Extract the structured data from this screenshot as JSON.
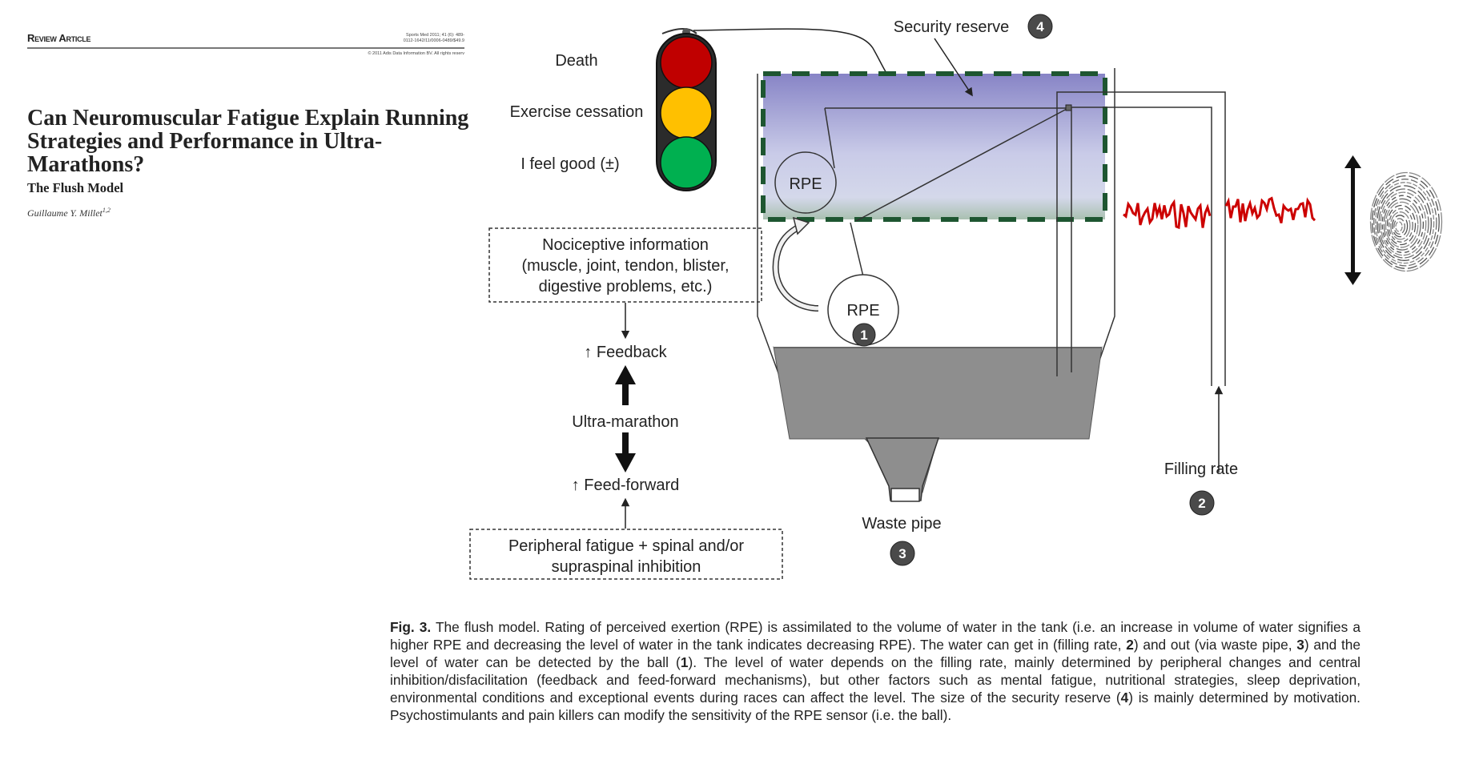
{
  "header": {
    "article_type": "Review Article",
    "journal_ref_line1": "Sports Med 2011; 41 (6): 489-",
    "journal_ref_line2": "0112-1642/11/0006-0489/$49.9",
    "copyright": "© 2011 Adis Data Information BV. All rights reserv"
  },
  "article": {
    "title": "Can Neuromuscular Fatigue Explain Running Strategies and Performance in Ultra-Marathons?",
    "subtitle": "The Flush Model",
    "author": "Guillaume Y. Millet",
    "author_affiliations": "1,2"
  },
  "diagram": {
    "traffic_light": {
      "labels": [
        "Death",
        "Exercise cessation",
        "I feel good (±)"
      ],
      "colors": {
        "red": "#c00000",
        "amber": "#ffc000",
        "green": "#00b050",
        "housing": "#2b2b2b"
      }
    },
    "nociceptive_box": {
      "lines": [
        "Nociceptive information",
        "(muscle, joint, tendon, blister,",
        "digestive problems, etc.)"
      ]
    },
    "feedback_label": "↑ Feedback",
    "ultramarathon_label": "Ultra-marathon",
    "feedforward_label": "↑ Feed-forward",
    "peripheral_box": {
      "lines": [
        "Peripheral fatigue + spinal and/or",
        "supraspinal inhibition"
      ]
    },
    "security_reserve_label": "Security reserve",
    "security_reserve_number": "4",
    "rpe_upper_label": "RPE",
    "rpe_lower_label": "RPE",
    "rpe_lower_number": "1",
    "waste_pipe_label": "Waste pipe",
    "waste_pipe_number": "3",
    "filling_rate_label": "Filling rate",
    "filling_rate_number": "2",
    "colors": {
      "reserve_border": "#1e5631",
      "reserve_fill_top": "#8b88c8",
      "reserve_fill_bottom": "#d6d9ec",
      "water": "#8e8e8e",
      "signal": "#cc0000",
      "badge": "#4a4a4a"
    }
  },
  "caption": {
    "fig_label": "Fig. 3.",
    "parts": [
      " The flush model. Rating of perceived exertion (RPE) is assimilated to the volume of water in the tank (i.e. an increase in volume of water signifies a higher RPE and decreasing the level of water in the tank indicates decreasing RPE). The water can get in (filling rate, ",
      "2",
      ") and out (via waste pipe, ",
      "3",
      ") and the level of water can be detected by the ball (",
      "1",
      "). The level of water depends on the filling rate, mainly determined by peripheral changes and central inhibition/disfacilitation (feedback and feed-forward mechanisms), but other factors such as mental fatigue, nutritional strategies, sleep deprivation, environmental conditions and exceptional events during races can affect the level. The size of the security reserve (",
      "4",
      ") is mainly determined by motivation. Psychostimulants and pain killers can modify the sensitivity of the RPE sensor (i.e. the ball)."
    ]
  }
}
